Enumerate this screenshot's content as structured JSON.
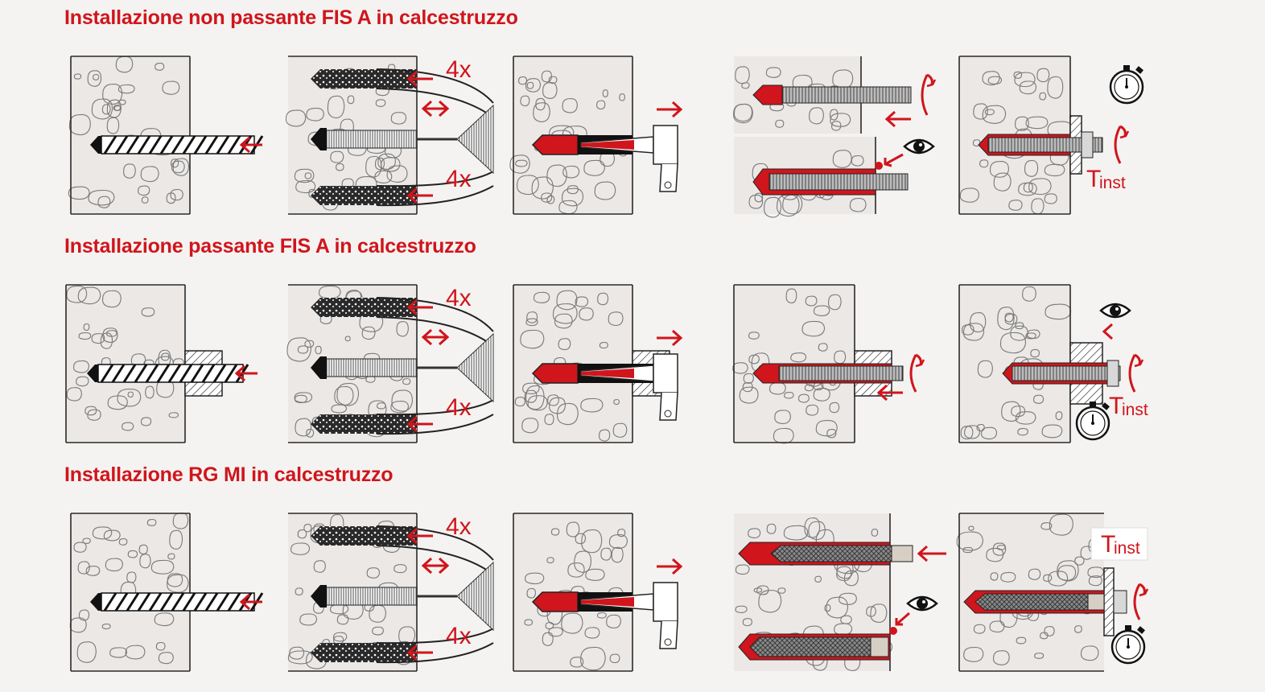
{
  "rows": [
    {
      "title": "Installazione non passante FIS A in calcestruzzo",
      "steps": [
        {
          "kind": "drill"
        },
        {
          "kind": "clean",
          "top_label": "4x",
          "bottom_label": "4x"
        },
        {
          "kind": "inject"
        },
        {
          "kind": "insert-check"
        },
        {
          "kind": "cure-torque",
          "torque_label": "T",
          "torque_sub": "inst"
        }
      ]
    },
    {
      "title": "Installazione passante FIS A in calcestruzzo",
      "steps": [
        {
          "kind": "drill-through"
        },
        {
          "kind": "clean",
          "top_label": "4x",
          "bottom_label": "4x"
        },
        {
          "kind": "inject-through"
        },
        {
          "kind": "insert-through"
        },
        {
          "kind": "check-cure-torque",
          "torque_label": "T",
          "torque_sub": "inst"
        }
      ]
    },
    {
      "title": "Installazione RG MI in calcestruzzo",
      "steps": [
        {
          "kind": "drill"
        },
        {
          "kind": "clean",
          "top_label": "4x",
          "bottom_label": "4x"
        },
        {
          "kind": "inject"
        },
        {
          "kind": "insert-sleeve-check"
        },
        {
          "kind": "torque-cure",
          "torque_label": "T",
          "torque_sub": "inst"
        }
      ]
    }
  ],
  "colors": {
    "accent": "#d0151c",
    "concrete": "#ebe8e6",
    "outline": "#2a2a2a",
    "rod": "#a5a5a5"
  },
  "icons": [
    "drill-bit-icon",
    "brush-icon",
    "blow-pump-icon",
    "injection-gun-icon",
    "threaded-rod-icon",
    "internal-sleeve-icon",
    "eye-icon",
    "stopwatch-icon",
    "rotate-icon",
    "arrow-left-icon",
    "arrow-right-icon",
    "double-arrow-icon"
  ]
}
